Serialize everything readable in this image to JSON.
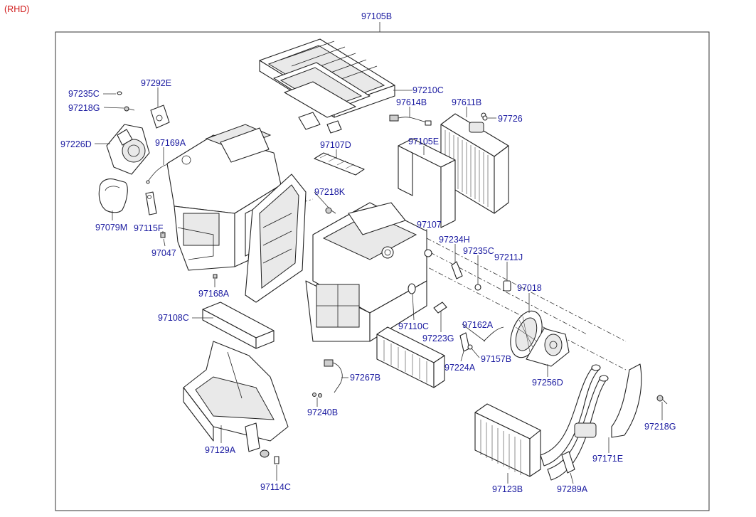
{
  "region_note": "(RHD)",
  "assembly_label": "97105B",
  "labels": {
    "p97235C_a": "97235C",
    "p97292E": "97292E",
    "p97218G_a": "97218G",
    "p97226D": "97226D",
    "p97169A": "97169A",
    "p97079M": "97079M",
    "p97115F": "97115F",
    "p97047": "97047",
    "p97168A": "97168A",
    "p97108C": "97108C",
    "p97129A": "97129A",
    "p97114C": "97114C",
    "p97210C": "97210C",
    "p97614B": "97614B",
    "p97611B": "97611B",
    "p97726": "97726",
    "p97107D": "97107D",
    "p97105E": "97105E",
    "p97218K": "97218K",
    "p97107": "97107",
    "p97234H": "97234H",
    "p97235C_b": "97235C",
    "p97211J": "97211J",
    "p97018": "97018",
    "p97110C": "97110C",
    "p97223G": "97223G",
    "p97162A": "97162A",
    "p97157B": "97157B",
    "p97224A": "97224A",
    "p97256D": "97256D",
    "p97267B": "97267B",
    "p97240B": "97240B",
    "p97218G_b": "97218G",
    "p97171E": "97171E",
    "p97123B": "97123B",
    "p97289A": "97289A"
  },
  "colors": {
    "part_label": "#1a1aa0",
    "region_note": "#d01818",
    "line_art": "#222222"
  }
}
